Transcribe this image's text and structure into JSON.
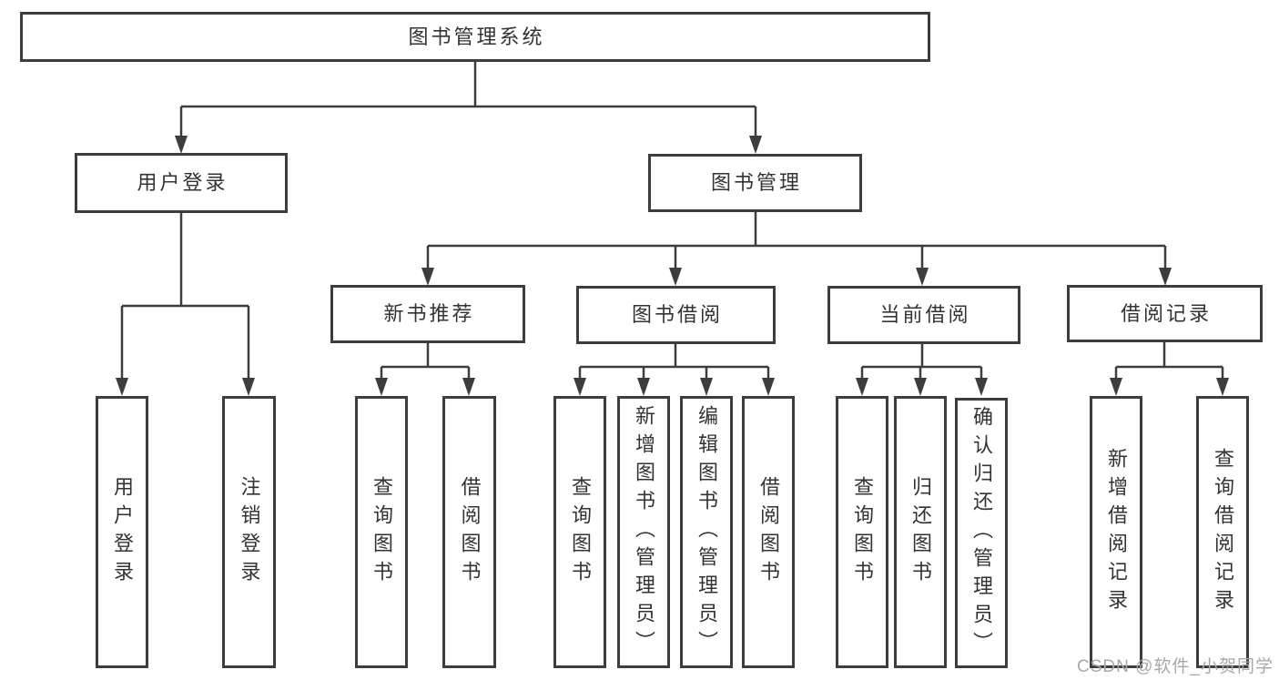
{
  "tree": {
    "root": {
      "label": "图书管理系统",
      "children": [
        {
          "label": "用户登录",
          "children": [
            {
              "label": "用户登录"
            },
            {
              "label": "注销登录"
            }
          ]
        },
        {
          "label": "图书管理",
          "children": [
            {
              "label": "新书推荐",
              "children": [
                {
                  "label": "查询图书"
                },
                {
                  "label": "借阅图书"
                }
              ]
            },
            {
              "label": "图书借阅",
              "children": [
                {
                  "label": "查询图书"
                },
                {
                  "label": "新增图书（管理员）"
                },
                {
                  "label": "编辑图书（管理员）"
                },
                {
                  "label": "借阅图书"
                }
              ]
            },
            {
              "label": "当前借阅",
              "children": [
                {
                  "label": "查询图书"
                },
                {
                  "label": "归还图书"
                },
                {
                  "label": "确认归还（管理员）"
                }
              ]
            },
            {
              "label": "借阅记录",
              "children": [
                {
                  "label": "新增借阅记录"
                },
                {
                  "label": "查询借阅记录"
                }
              ]
            }
          ]
        }
      ]
    }
  },
  "watermark": {
    "text": "CSDN @软件_小贺同学"
  },
  "colors": {
    "line": "#3d3d3d",
    "text": "#333333",
    "background": "#ffffff",
    "watermark": "#a8a8a8"
  }
}
